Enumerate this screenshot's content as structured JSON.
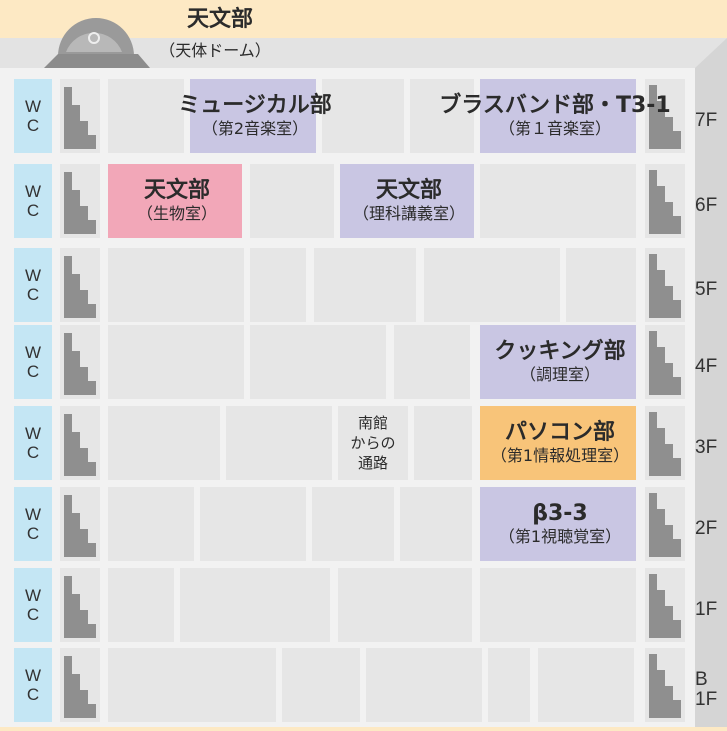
{
  "colors": {
    "background": "#fde9c4",
    "building_wall": "#f2f2f2",
    "room_gray": "#e6e6e6",
    "wc_blue": "#c4e6f4",
    "stair_dark": "#8f8f8f",
    "club_purple": "#c9c6e3",
    "club_pink": "#f2a7b8",
    "club_orange": "#f8c479"
  },
  "dome": {
    "title": "天文部",
    "subtitle": "（天体ドーム）"
  },
  "wc_label": "W\nC",
  "corridor_label": "南館\nからの\n通路",
  "floors": [
    {
      "label": "7F",
      "rooms": [
        {
          "title": "ミュージカル部",
          "subtitle": "（第2音楽室）",
          "color": "#c9c6e3"
        },
        {
          "title": "ブラスバンド部・T3-1",
          "subtitle": "（第１音楽室）",
          "color": "#c9c6e3"
        }
      ]
    },
    {
      "label": "6F",
      "rooms": [
        {
          "title": "天文部",
          "subtitle": "（生物室）",
          "color": "#f2a7b8"
        },
        {
          "title": "天文部",
          "subtitle": "（理科講義室）",
          "color": "#c9c6e3"
        }
      ]
    },
    {
      "label": "5F",
      "rooms": []
    },
    {
      "label": "4F",
      "rooms": [
        {
          "title": "クッキング部",
          "subtitle": "（調理室）",
          "color": "#c9c6e3"
        }
      ]
    },
    {
      "label": "3F",
      "rooms": [
        {
          "title": "パソコン部",
          "subtitle": "（第1情報処理室）",
          "color": "#f8c479"
        }
      ]
    },
    {
      "label": "2F",
      "rooms": [
        {
          "title": "β3-3",
          "subtitle": "（第1視聴覚室）",
          "color": "#c9c6e3"
        }
      ]
    },
    {
      "label": "1F",
      "rooms": []
    },
    {
      "label": "B\n1F",
      "rooms": []
    }
  ]
}
